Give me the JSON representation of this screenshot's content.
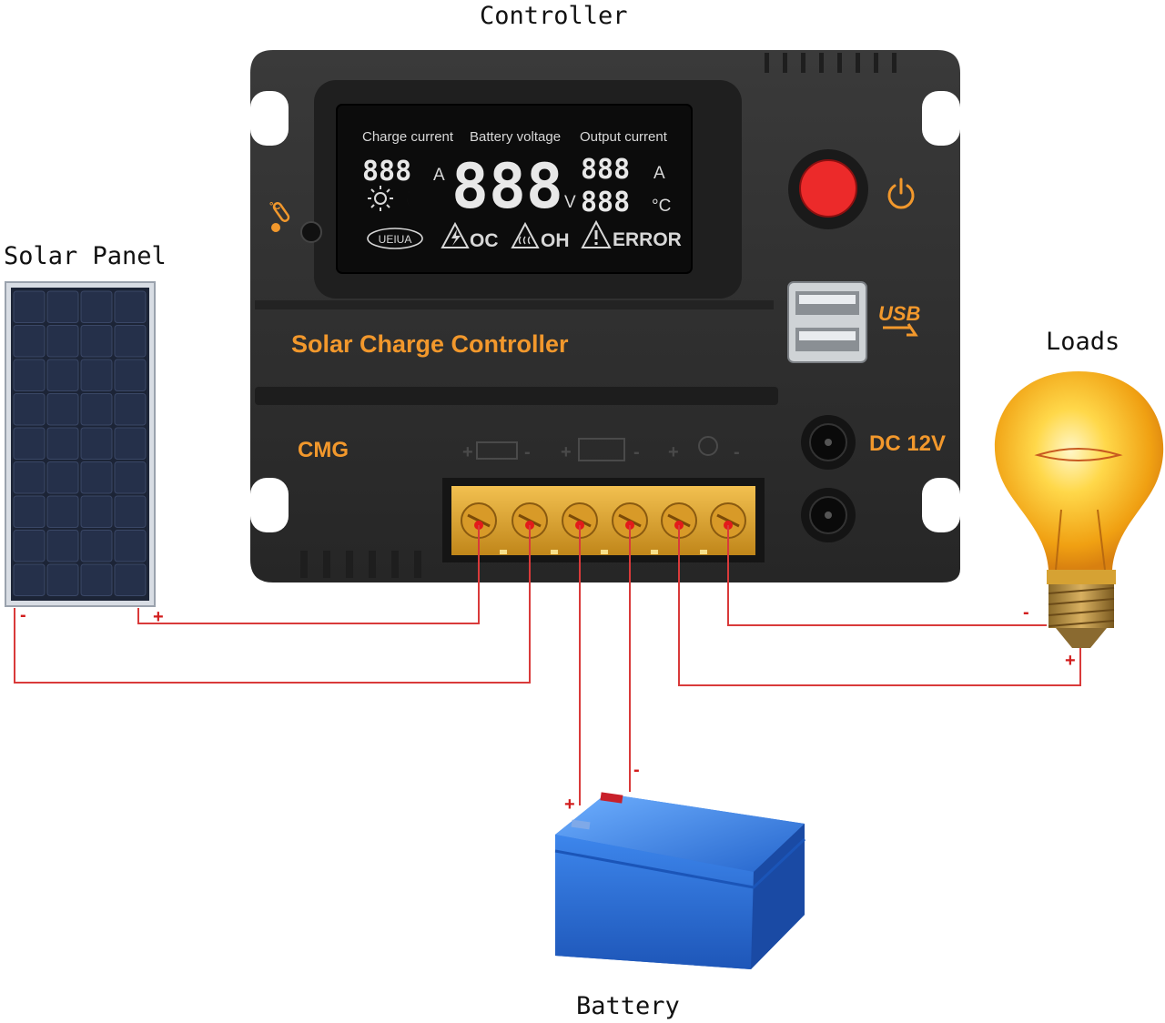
{
  "labels": {
    "controller": "Controller",
    "solar_panel": "Solar Panel",
    "loads": "Loads",
    "battery": "Battery"
  },
  "lcd": {
    "charge_current": "Charge current",
    "battery_voltage": "Battery voltage",
    "output_current": "Output current",
    "seg_small": "888",
    "seg_big": "888",
    "unit_a": "A",
    "unit_v": "V",
    "unit_c": "°C",
    "brand": "UEIUA",
    "oc": "OC",
    "oh": "OH",
    "error": "ERROR"
  },
  "device": {
    "name": "Solar Charge Controller",
    "brand": "CMG",
    "usb": "USB",
    "dc": "DC 12V",
    "temp_unit": "°C"
  },
  "polarity": {
    "plus": "+",
    "minus": "-"
  },
  "colors": {
    "wire": "#d93a3a",
    "accent": "#f2982c",
    "body": "#2a2a2a",
    "panel": "#1c2436",
    "battery": "#2f6fd6",
    "bulb": "#f6b21c",
    "terminal": "#e0a020"
  }
}
